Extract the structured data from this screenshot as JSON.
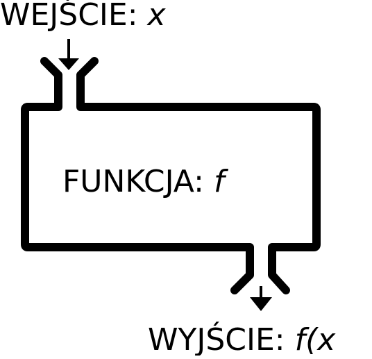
{
  "input": {
    "label": "WEJŚCIE: ",
    "variable": "x"
  },
  "function": {
    "label": "FUNKCJA: ",
    "variable": "f"
  },
  "output": {
    "label": "WYJŚCIE: ",
    "variable": "f(x"
  },
  "colors": {
    "stroke": "#000000",
    "background": "#ffffff"
  }
}
